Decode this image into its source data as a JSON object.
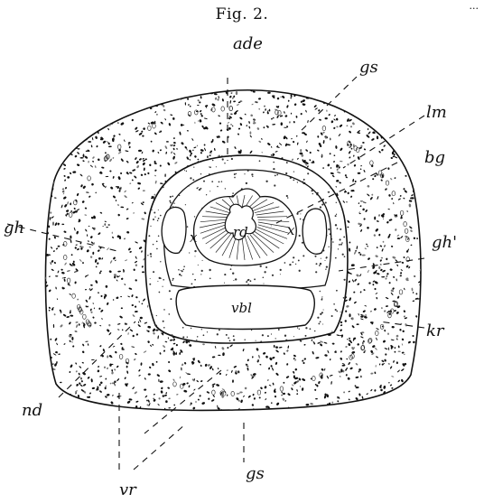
{
  "figure": {
    "title": "Fig. 2.",
    "corner_mark": "...",
    "labels": {
      "ade": "ade",
      "gs_top": "gs",
      "lm": "lm",
      "bg": "bg",
      "gh_left": "gh",
      "gh_right": "gh'",
      "kr": "kr",
      "nd_left": "nd",
      "vr": "vr",
      "gs_bottom": "gs",
      "rd": "rd",
      "vbl": "vbl",
      "x_left": "x",
      "x_right": "x"
    }
  }
}
